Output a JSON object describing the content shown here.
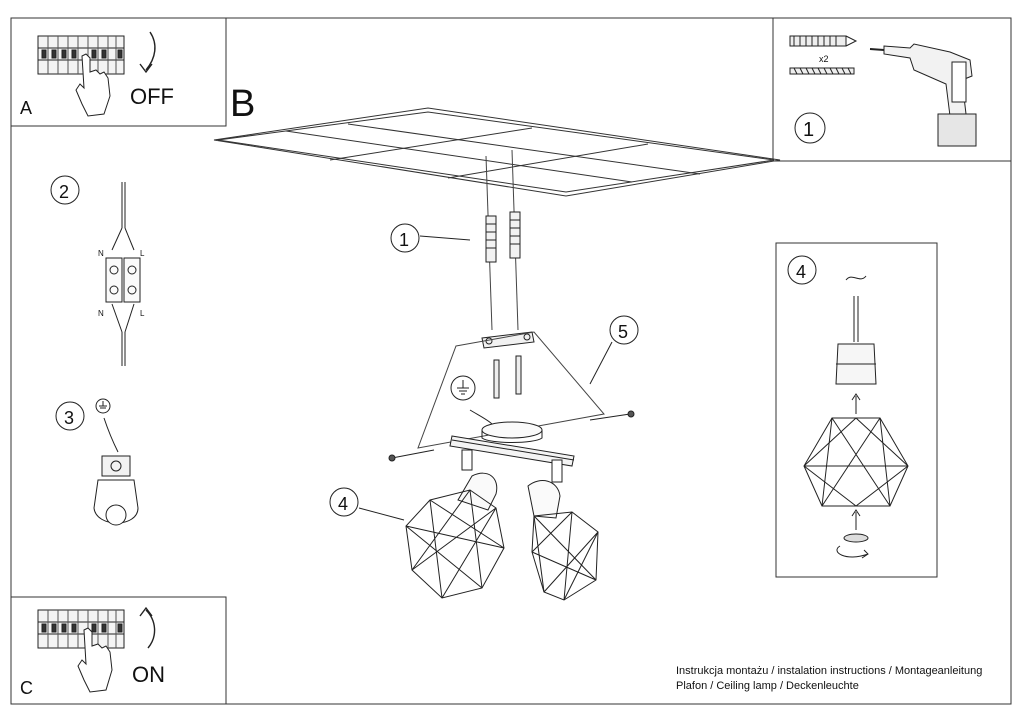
{
  "panels": {
    "a": {
      "letter": "A",
      "action": "OFF"
    },
    "b": {
      "letter": "B"
    },
    "c": {
      "letter": "C",
      "action": "ON"
    }
  },
  "steps": {
    "drill": "1",
    "wiring": "2",
    "earth": "3",
    "shade_assembly": "4",
    "callout_1": "1",
    "callout_4": "4",
    "callout_5": "5"
  },
  "drill_kit": {
    "quantity": "x2"
  },
  "terminal": {
    "n_top": "N",
    "l_top": "L",
    "n_bottom": "N",
    "l_bottom": "L"
  },
  "footer": {
    "line1": "Instrukcja montażu / instalation instructions / Montageanleitung",
    "line2": "Plafon / Ceiling lamp / Deckenleuchte"
  },
  "icons": [
    "circuit-breaker-icon",
    "hand-icon",
    "arrow-down-icon",
    "arrow-up-icon",
    "wall-plug-icon",
    "screw-icon",
    "drill-icon",
    "earth-ground-icon",
    "rotate-arrow-icon"
  ]
}
